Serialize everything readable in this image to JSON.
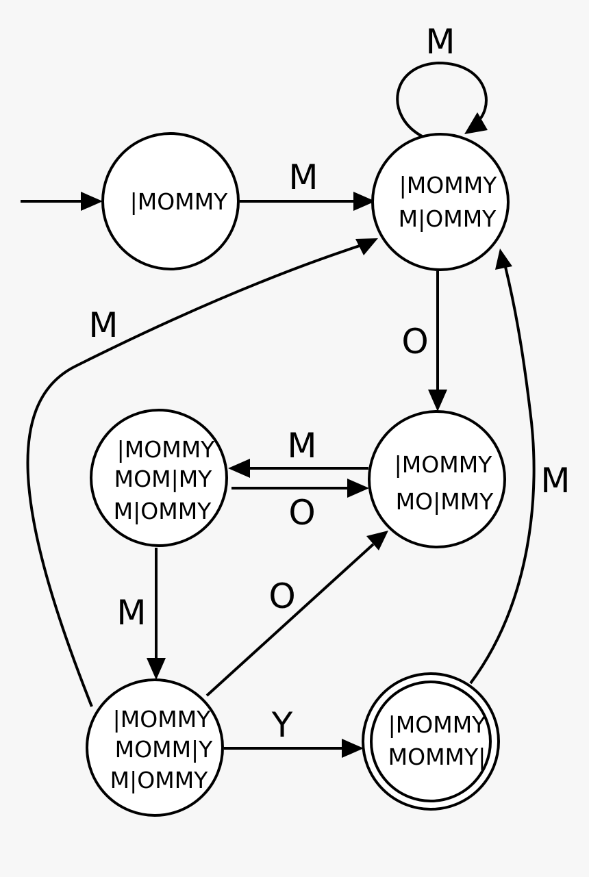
{
  "diagram": {
    "background": "#f7f7f7",
    "line_color": "#000000",
    "node_fill": "#ffffff",
    "states": [
      {
        "id": "s0",
        "lines": [
          "|MOMMY"
        ],
        "accepting": false,
        "initial": true
      },
      {
        "id": "s1",
        "lines": [
          "|MOMMY",
          "M|OMMY"
        ],
        "accepting": false,
        "initial": false
      },
      {
        "id": "s2",
        "lines": [
          "|MOMMY",
          "MO|MMY"
        ],
        "accepting": false,
        "initial": false
      },
      {
        "id": "s3",
        "lines": [
          "|MOMMY",
          "MOM|MY",
          "M|OMMY"
        ],
        "accepting": false,
        "initial": false
      },
      {
        "id": "s4",
        "lines": [
          "|MOMMY",
          "MOMM|Y",
          "M|OMMY"
        ],
        "accepting": false,
        "initial": false
      },
      {
        "id": "s5",
        "lines": [
          "|MOMMY",
          "MOMMY|"
        ],
        "accepting": true,
        "initial": false
      }
    ],
    "transitions": [
      {
        "id": "t-s1-s1",
        "from": "s1",
        "to": "s1",
        "label": "M"
      },
      {
        "id": "t-s0-s1",
        "from": "s0",
        "to": "s1",
        "label": "M"
      },
      {
        "id": "t-s4-s1",
        "from": "s4",
        "to": "s1",
        "label": "M"
      },
      {
        "id": "t-s1-s2",
        "from": "s1",
        "to": "s2",
        "label": "O"
      },
      {
        "id": "t-s2-s3",
        "from": "s2",
        "to": "s3",
        "label": "M"
      },
      {
        "id": "t-s3-s2",
        "from": "s3",
        "to": "s2",
        "label": "O"
      },
      {
        "id": "t-s5-s1",
        "from": "s5",
        "to": "s1",
        "label": "M"
      },
      {
        "id": "t-s3-s4",
        "from": "s3",
        "to": "s4",
        "label": "M"
      },
      {
        "id": "t-s4-s2",
        "from": "s4",
        "to": "s2",
        "label": "O"
      },
      {
        "id": "t-s4-s5",
        "from": "s4",
        "to": "s5",
        "label": "Y"
      }
    ]
  }
}
